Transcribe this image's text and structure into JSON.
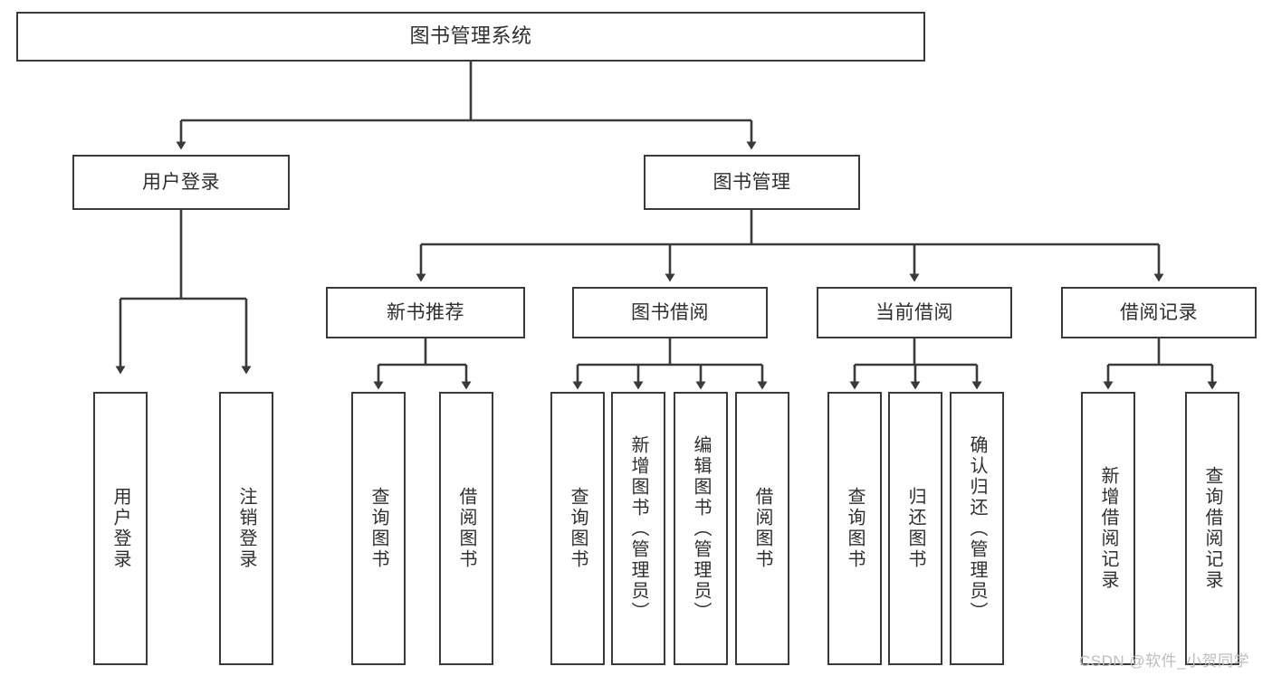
{
  "diagram": {
    "title": "图书管理系统",
    "type": "hierarchy-tree",
    "background_color": "#ffffff",
    "box_border_color": "#3a3a3a",
    "text_color": "#2f2f2f",
    "connector_color": "#3a3a3a"
  },
  "root": {
    "label": "图书管理系统"
  },
  "level2": [
    {
      "label": "用户登录"
    },
    {
      "label": "图书管理"
    }
  ],
  "level3": [
    {
      "label": "新书推荐"
    },
    {
      "label": "图书借阅"
    },
    {
      "label": "当前借阅"
    },
    {
      "label": "借阅记录"
    }
  ],
  "leaves": {
    "user_login": [
      {
        "label": "用户登录"
      },
      {
        "label": "注销登录"
      }
    ],
    "new_book_recommend": [
      {
        "label": "查询图书"
      },
      {
        "label": "借阅图书"
      }
    ],
    "book_borrow": [
      {
        "label": "查询图书"
      },
      {
        "label": "新增图书（管理员）"
      },
      {
        "label": "编辑图书（管理员）"
      },
      {
        "label": "借阅图书"
      }
    ],
    "current_borrow": [
      {
        "label": "查询图书"
      },
      {
        "label": "归还图书"
      },
      {
        "label": "确认归还（管理员）"
      }
    ],
    "borrow_record": [
      {
        "label": "新增借阅记录"
      },
      {
        "label": "查询借阅记录"
      }
    ]
  },
  "watermark": {
    "text": "CSDN @软件_小贺同学"
  }
}
